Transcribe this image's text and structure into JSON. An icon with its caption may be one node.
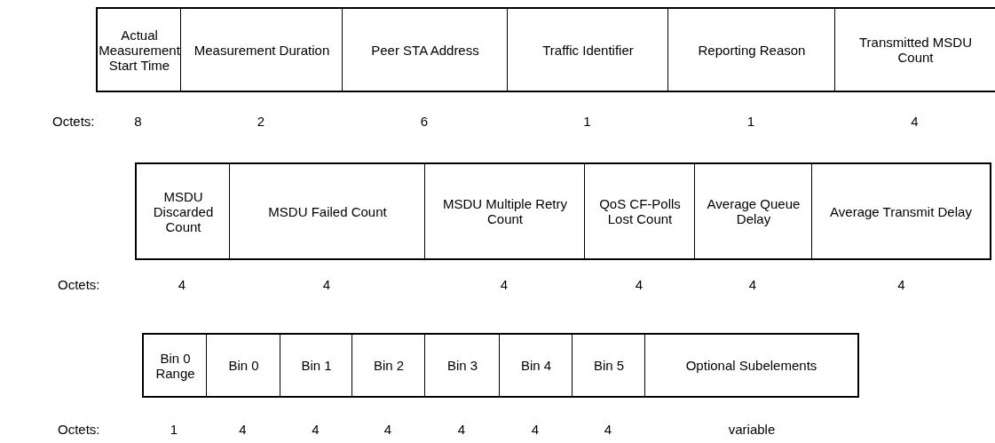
{
  "diagram": {
    "nodes": [
      {
        "text": [
          "Actual Measurement Start Time"
        ]
      },
      {
        "text": [
          "Measurement Duration"
        ]
      },
      {
        "text": [
          "Peer STA Address"
        ]
      },
      {
        "text": [
          "Traffic Identifier"
        ]
      },
      {
        "text": [
          "Reporting Reason"
        ]
      },
      {
        "text": [
          "Transmitted MSDU Count"
        ]
      },
      {
        "text": [
          "MSDU Discarded Count"
        ]
      },
      {
        "text": [
          "MSDU Failed Count"
        ]
      },
      {
        "text": [
          "MSDU Multiple Retry Count"
        ]
      },
      {
        "text": [
          "QoS CF-Polls Lost Count"
        ]
      },
      {
        "text": [
          "Average Queue Delay"
        ]
      },
      {
        "text": [
          "Average Transmit Delay"
        ]
      },
      {
        "text": [
          "Bin 0 Range"
        ]
      },
      {
        "text": [
          "Bin 0"
        ]
      },
      {
        "text": [
          "Bin 1"
        ]
      },
      {
        "text": [
          "Bin 2"
        ]
      },
      {
        "text": [
          "Bin 3"
        ]
      },
      {
        "text": [
          "Bin 4"
        ]
      },
      {
        "text": [
          "Bin 5"
        ]
      },
      {
        "text": [
          "Optional Subelements"
        ]
      }
    ],
    "labels": [
      "Octets:",
      "8",
      "2",
      "6",
      "1",
      "1",
      "4",
      "Octets:",
      "4",
      "4",
      "4",
      "4",
      "4",
      "4",
      "Octets:",
      "1",
      "4",
      "4",
      "4",
      "4",
      "4",
      "4",
      "variable"
    ]
  }
}
